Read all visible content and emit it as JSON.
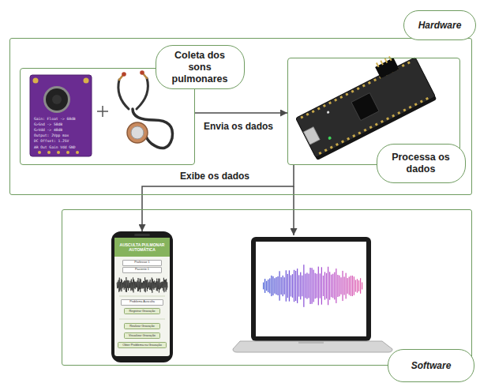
{
  "diagram": {
    "nodes": [
      {
        "text": [
          "Hardware"
        ]
      },
      {
        "text": [
          "Coleta dos sons pulmonares"
        ],
        "in": 0
      },
      {
        "text": [
          "Processa os dados"
        ],
        "in": 0
      },
      {
        "text": [
          "Software"
        ]
      },
      {
        "text": [
          "AUSCULTA PULMONAR AUTOMÁTICA",
          "Professor 1",
          "Paciente 1",
          "Problema Ausculta",
          "Registrar Gravação",
          "Realizar Gravação",
          "Visualizar Gravação",
          "Obter Problema na Gravação"
        ],
        "in": 3
      }
    ],
    "edges": [
      {
        "from": 1,
        "to": 2,
        "arrow": "to",
        "label": "Envia os dados"
      },
      {
        "from": 2,
        "to": 4,
        "arrow": "to",
        "label": "Exibe os dados"
      }
    ],
    "labels": [
      "Gain: Float -> 60dB",
      "G>Gnd -> 50dB",
      "G>Vdd -> 40dB",
      "Output: 2Vpp max",
      "DC Offset: 1.25V",
      "AR Out Gain Vdd GND"
    ]
  }
}
